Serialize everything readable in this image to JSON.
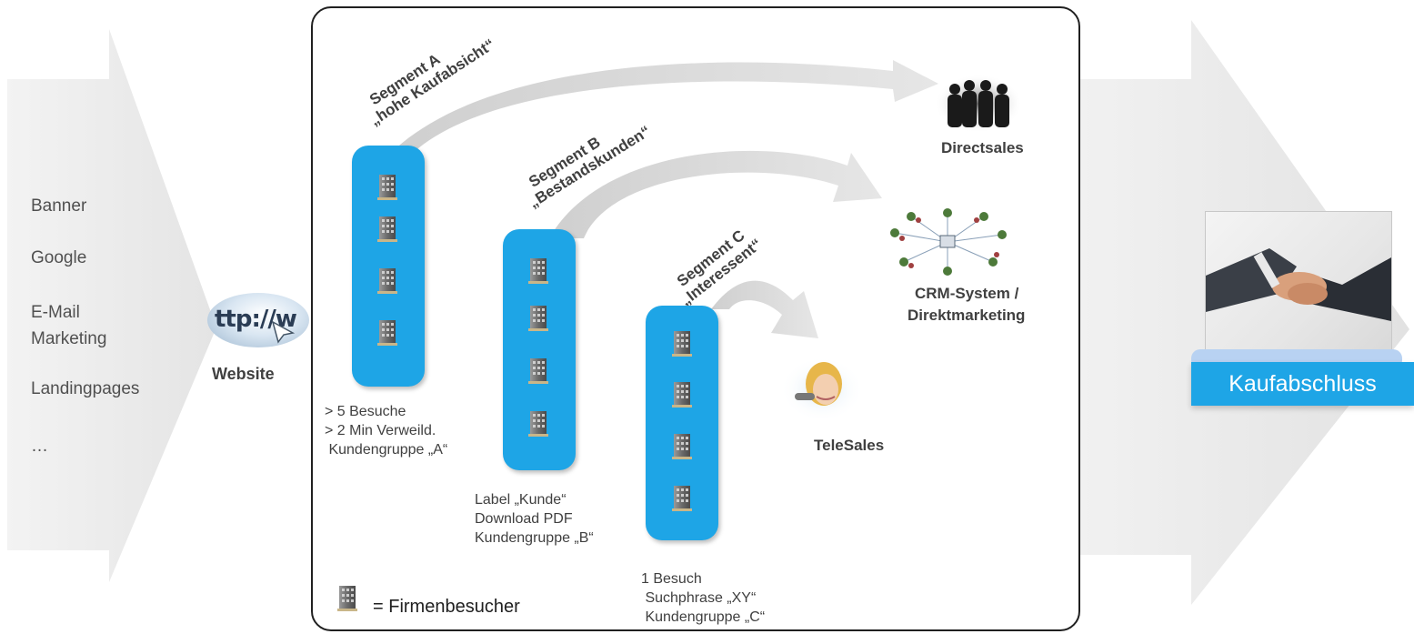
{
  "channels": [
    "Banner",
    "Google",
    "E-Mail\nMarketing",
    "Landingpages",
    "…"
  ],
  "website": {
    "url_fragment": "ttp://w",
    "label": "Website"
  },
  "segments": [
    {
      "title": "Segment A",
      "subtitle": "„hohe Kaufabsicht“",
      "criteria": [
        "> 5 Besuche",
        "> 2 Min Verweild.",
        " Kundengruppe „A“"
      ]
    },
    {
      "title": "Segment B",
      "subtitle": "„Bestandskunden“",
      "criteria": [
        "Label „Kunde“",
        "Download PDF",
        "Kundengruppe „B“"
      ]
    },
    {
      "title": "Segment C",
      "subtitle": "„Interessent“",
      "criteria": [
        "1 Besuch",
        " Suchphrase „XY“",
        " Kundengruppe „C“"
      ]
    }
  ],
  "targets": {
    "directsales": "Directsales",
    "crm_line1": "CRM-System /",
    "crm_line2": "Direktmarketing",
    "telesales": "TeleSales"
  },
  "legend": "= Firmenbesucher",
  "result": "Kaufabschluss",
  "colors": {
    "pill": "#1ea5e6",
    "arrow_gray": "#e2e2e2",
    "result_button": "#1ea5e6"
  }
}
